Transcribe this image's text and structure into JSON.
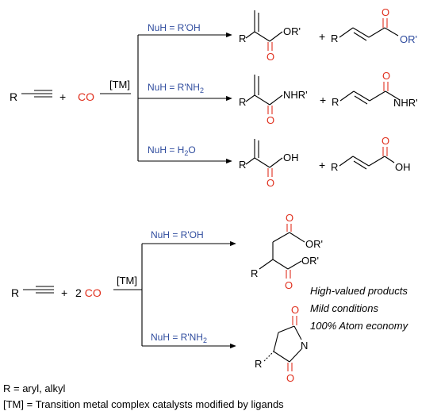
{
  "colors": {
    "text": "#000000",
    "reagent": "#2f4c9e",
    "oxygen_co": "#e0301e"
  },
  "scheme1": {
    "reactant": "R",
    "plus": "+",
    "co": "CO",
    "catalyst": "[TM]",
    "nu_alcohol": {
      "prefix": "NuH = R'OH"
    },
    "nu_amine": {
      "prefix": "NuH = R'NH",
      "sub": "2"
    },
    "nu_water": {
      "prefix": "NuH = H",
      "sub": "2",
      "suffix": "O"
    },
    "p1_branched": {
      "r": "R",
      "o_carbonyl": "O",
      "tail": "OR'"
    },
    "p1_linear": {
      "plus": "+",
      "r": "R",
      "o_carbonyl": "O",
      "tail": "OR'"
    },
    "p2_branched": {
      "r": "R",
      "o_carbonyl": "O",
      "tail": "NHR'"
    },
    "p2_linear": {
      "plus": "+",
      "r": "R",
      "o_carbonyl": "O",
      "tail": "NHR'"
    },
    "p3_branched": {
      "r": "R",
      "o_carbonyl": "O",
      "tail": "OH"
    },
    "p3_linear": {
      "plus": "+",
      "r": "R",
      "o_carbonyl": "O",
      "tail": "OH"
    }
  },
  "scheme2": {
    "reactant": "R",
    "plus": "+",
    "co": "2 CO",
    "co_count": "2",
    "co_label": "CO",
    "catalyst": "[TM]",
    "nu_alcohol": {
      "prefix": "NuH = R'OH"
    },
    "nu_amine": {
      "prefix": "NuH = R'NH",
      "sub": "2"
    },
    "diester": {
      "r": "R",
      "o1": "O",
      "o2": "O",
      "tail1": "OR'",
      "tail2": "OR'"
    },
    "imide": {
      "r": "R",
      "o1": "O",
      "o2": "O",
      "n": "N"
    },
    "highlights": [
      "High-valued products",
      "Mild conditions",
      "100% Atom economy"
    ]
  },
  "legend": {
    "line1": "R = aryl, alkyl",
    "line2": "[TM] = Transition metal complex catalysts modified by ligands"
  }
}
